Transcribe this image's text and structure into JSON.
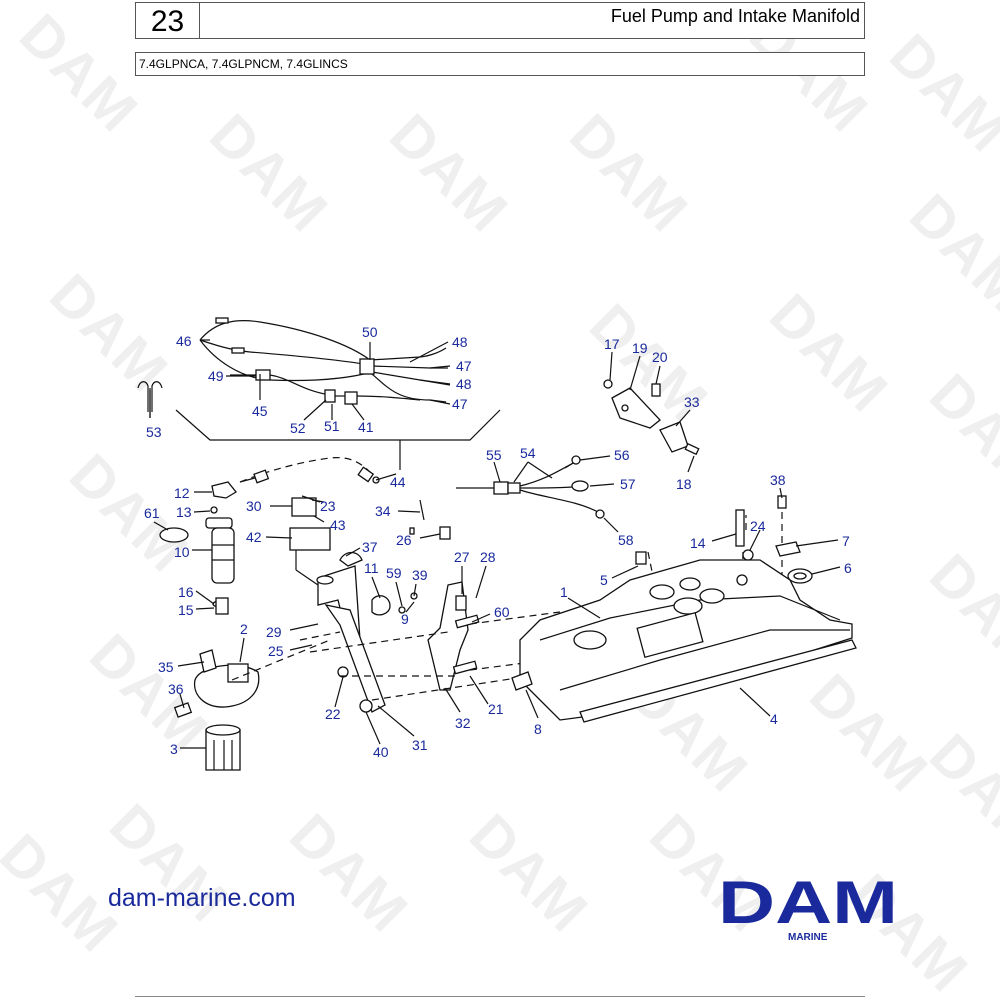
{
  "header": {
    "page_number": "23",
    "title": "Fuel Pump and Intake Manifold",
    "models": "7.4GLPNCA, 7.4GLPNCM, 7.4GLINCS"
  },
  "footer": {
    "website": "dam-marine.com",
    "logo_text": "DAM",
    "logo_subtext": "MARINE"
  },
  "watermark_text": "DAM",
  "colors": {
    "callout_blue": "#1a2a9c",
    "logo_blue": "#1a2a9c",
    "line_black": "#111111",
    "watermark_gray": "#efefef"
  },
  "callouts": {
    "c1": "1",
    "c2": "2",
    "c3": "3",
    "c4": "4",
    "c5": "5",
    "c6": "6",
    "c7": "7",
    "c8": "8",
    "c9": "9",
    "c10": "10",
    "c11": "11",
    "c12": "12",
    "c13": "13",
    "c14": "14",
    "c15": "15",
    "c16": "16",
    "c17": "17",
    "c18": "18",
    "c19": "19",
    "c20": "20",
    "c21": "21",
    "c22": "22",
    "c23": "23",
    "c24": "24",
    "c25": "25",
    "c26": "26",
    "c27": "27",
    "c28": "28",
    "c29": "29",
    "c30": "30",
    "c31": "31",
    "c32": "32",
    "c33": "33",
    "c34": "34",
    "c35": "35",
    "c36": "36",
    "c37": "37",
    "c38": "38",
    "c39": "39",
    "c40": "40",
    "c41": "41",
    "c42": "42",
    "c43": "43",
    "c44": "44",
    "c45": "45",
    "c46": "46",
    "c47a": "47",
    "c47b": "47",
    "c48a": "48",
    "c48b": "48",
    "c49": "49",
    "c50": "50",
    "c51": "51",
    "c52": "52",
    "c53": "53",
    "c54": "54",
    "c55": "55",
    "c56": "56",
    "c57": "57",
    "c58": "58",
    "c59": "59",
    "c60": "60",
    "c61": "61"
  }
}
